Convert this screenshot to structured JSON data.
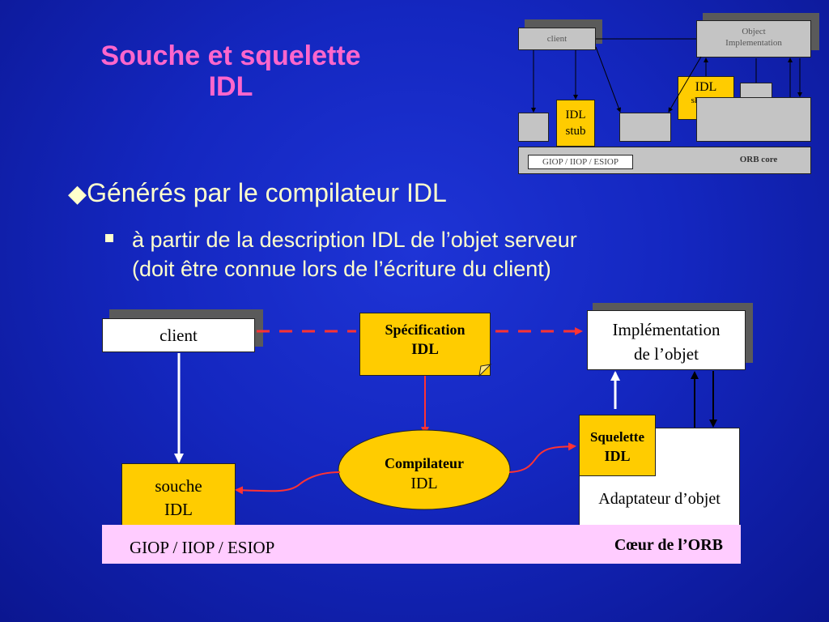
{
  "title": {
    "line1": "Souche et squelette",
    "line2": "IDL"
  },
  "bullets": {
    "marker": "◆",
    "level1": "Générés par le compilateur IDL",
    "level2_line1": "à partir de la description IDL de l’objet serveur",
    "level2_line2": "(doit être connue lors de l’écriture du client)"
  },
  "thumbnail": {
    "client": "client",
    "object_impl_line1": "Object",
    "object_impl_line2": "Implementation",
    "idl_skeleton_line1": "IDL",
    "idl_skeleton_line2": "skeleton",
    "idl_stub_line1": "IDL",
    "idl_stub_line2": "stub",
    "giop": "GIOP / IIOP / ESIOP",
    "orb_core": "ORB core"
  },
  "diagram": {
    "client": "client",
    "spec_line1": "Spécification",
    "spec_line2": "IDL",
    "impl_line1": "Implémentation",
    "impl_line2": "de l’objet",
    "skel_line1": "Squelette",
    "skel_line2": "IDL",
    "compiler_line1": "Compilateur",
    "compiler_line2": "IDL",
    "stub_line1": "souche",
    "stub_line2": "IDL",
    "adapter": "Adaptateur d’objet",
    "giop": "GIOP / IIOP / ESIOP",
    "orb_core": "Cœur de l’ORB"
  },
  "colors": {
    "background": "#1427c0",
    "title": "#ff66cc",
    "bullet_text": "#ffffcc",
    "box_yellow": "#ffcc00",
    "orb_bar": "#ffccff",
    "arrow_red": "#ff3333"
  }
}
